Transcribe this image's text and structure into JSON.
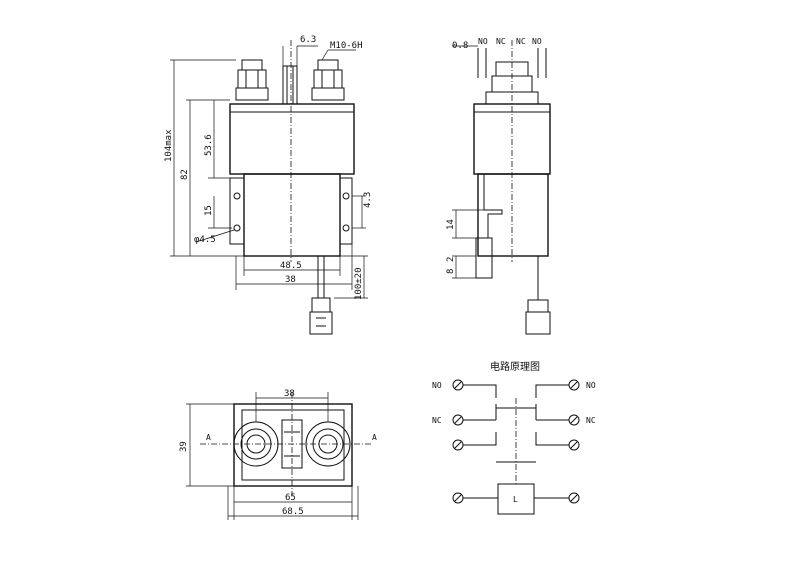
{
  "front_view": {
    "dim_top_gap": "6.3",
    "dim_thread": "M10-6H",
    "dim_total_height": "104max",
    "dim_height_82": "82",
    "dim_height_53": "53.6",
    "dim_height_15": "15",
    "dim_hole": "φ4.5",
    "dim_tab": "4.3",
    "dim_width_inner": "48.5",
    "dim_width_38": "38",
    "dim_lead": "100±20"
  },
  "side_view": {
    "dim_gap": "0.8",
    "label_no_left": "NO",
    "label_nc_left": "NC",
    "label_nc_right": "NC",
    "label_no_right": "NO",
    "dim_14": "14",
    "dim_2": "2",
    "dim_8": "8"
  },
  "bottom_view": {
    "dim_38": "38",
    "dim_39": "39",
    "dim_65": "65",
    "dim_68": "68.5",
    "section_left": "A",
    "section_right": "A"
  },
  "schematic": {
    "title": "电路原理图",
    "label_no_left": "NO",
    "label_no_right": "NO",
    "label_nc_left": "NC",
    "label_nc_right": "NC",
    "coil_label": "L"
  }
}
